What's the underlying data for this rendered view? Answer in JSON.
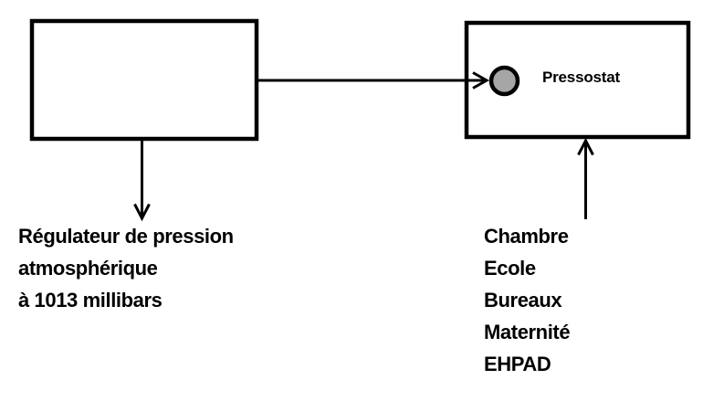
{
  "diagram": {
    "background_color": "#ffffff",
    "line_color": "#000000",
    "source_box": {
      "label": ""
    },
    "pressostat_box": {
      "label": "Pressostat",
      "sensor_circle": {
        "fill": "#a6a6a6",
        "stroke": "#000000"
      }
    },
    "regulator_label": {
      "lines": [
        "Régulateur de pression",
        "atmosphérique",
        "à 1013 millibars"
      ]
    },
    "destinations_label": {
      "lines": [
        "Chambre",
        "Ecole",
        "Bureaux",
        "Maternité",
        "EHPAD"
      ]
    }
  }
}
